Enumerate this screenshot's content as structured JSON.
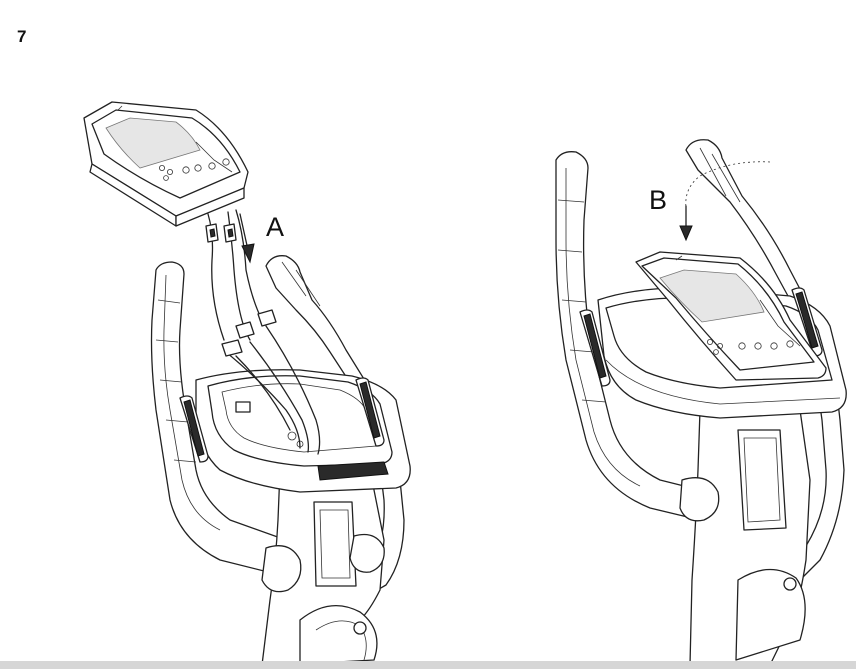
{
  "figure": {
    "step_number": "7",
    "callouts": {
      "a": "A",
      "b": "B"
    }
  },
  "colors": {
    "line": "#222222",
    "screen": "#e6e6e6",
    "background": "#ffffff",
    "footer_bar": "#d6d6d6"
  }
}
